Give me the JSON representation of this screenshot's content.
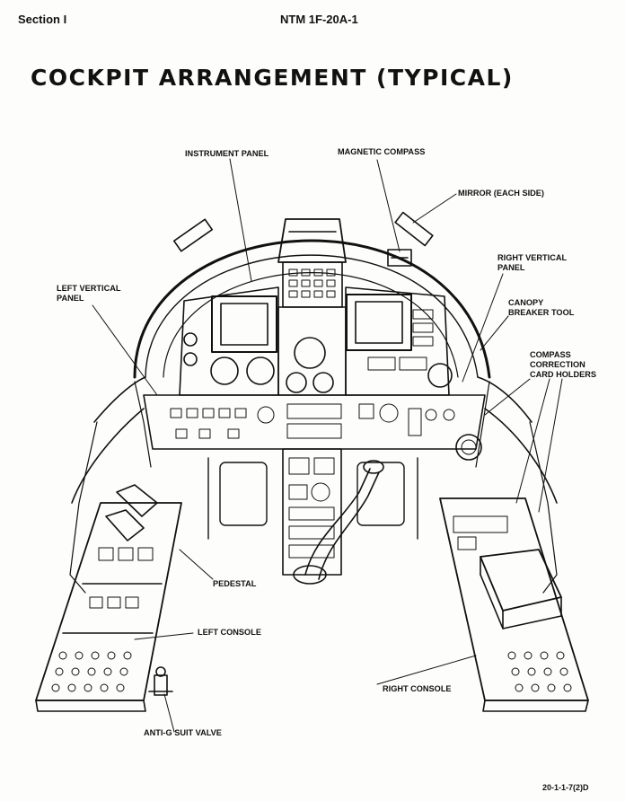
{
  "header": {
    "section": "Section I",
    "document": "NTM 1F-20A-1"
  },
  "title": "COCKPIT ARRANGEMENT (TYPICAL)",
  "callouts": {
    "instrument_panel": "INSTRUMENT PANEL",
    "magnetic_compass": "MAGNETIC COMPASS",
    "mirror": "MIRROR (EACH SIDE)",
    "left_vertical_panel": [
      "LEFT VERTICAL",
      "PANEL"
    ],
    "right_vertical_panel": [
      "RIGHT VERTICAL",
      "PANEL"
    ],
    "canopy_breaker_tool": [
      "CANOPY",
      "BREAKER TOOL"
    ],
    "compass_card_holders": [
      "COMPASS",
      "CORRECTION",
      "CARD HOLDERS"
    ],
    "pedestal": "PEDESTAL",
    "left_console": "LEFT CONSOLE",
    "right_console": "RIGHT CONSOLE",
    "anti_g_suit_valve": "ANTI-G SUIT VALVE"
  },
  "figure_number": "20-1-1-7(2)D"
}
